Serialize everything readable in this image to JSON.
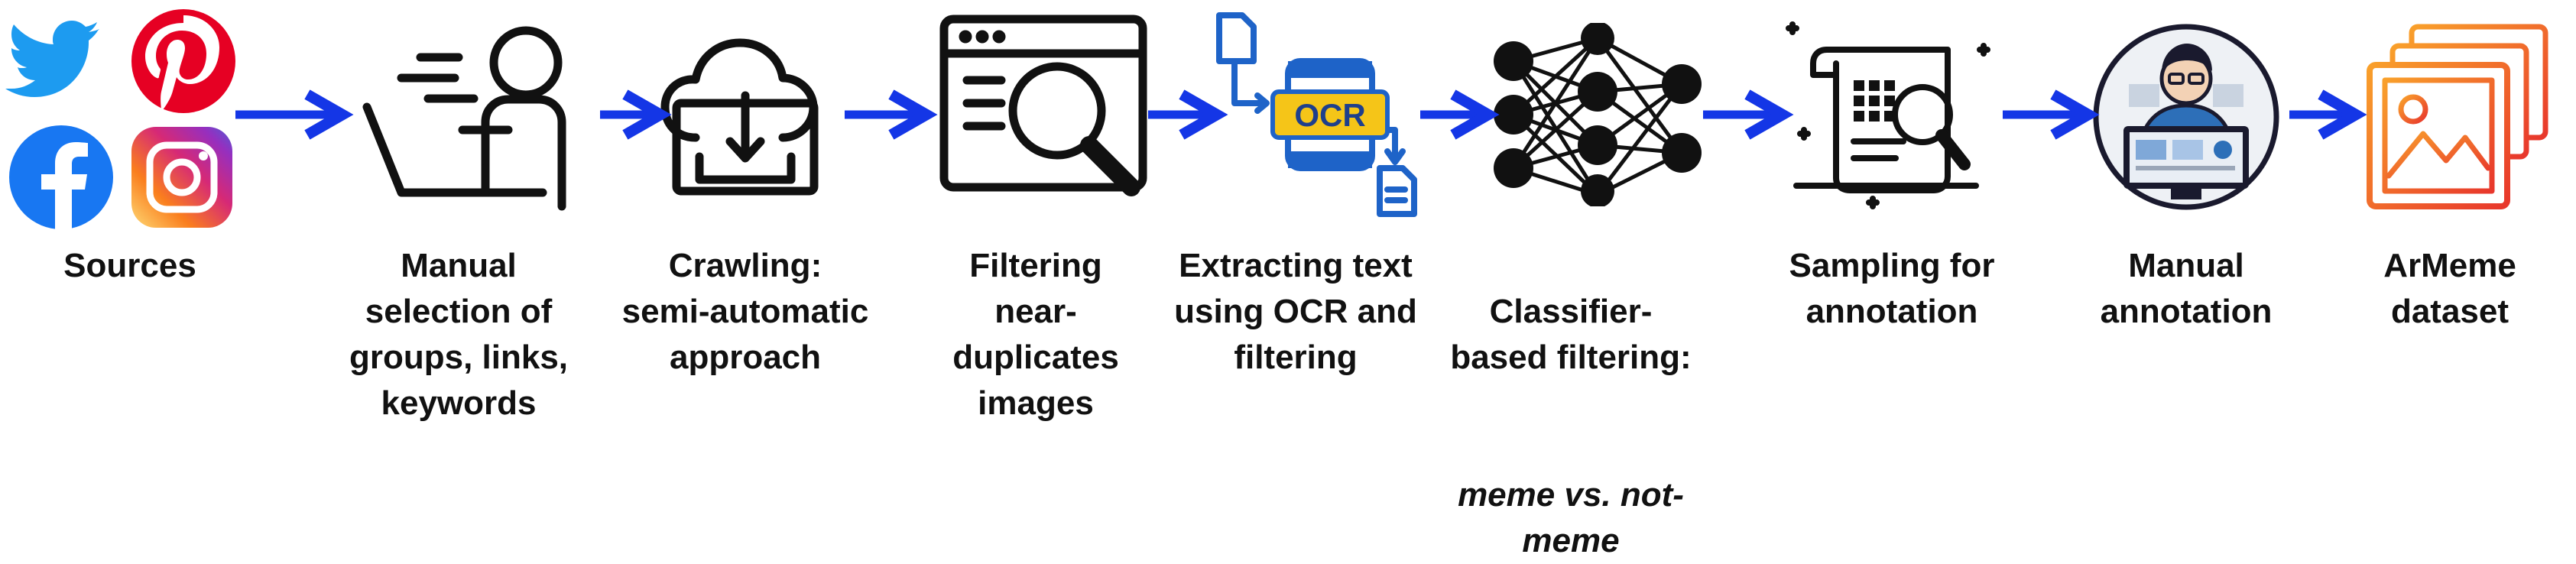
{
  "stages": [
    {
      "label": "Sources"
    },
    {
      "label": "Manual\nselection of\ngroups, links,\nkeywords"
    },
    {
      "label": "Crawling:\nsemi-automatic\napproach"
    },
    {
      "label": "Filtering\nnear-\nduplicates\nimages"
    },
    {
      "label": "Extracting text\nusing OCR and\nfiltering",
      "icon_text": "OCR"
    },
    {
      "label": "Classifier-\nbased filtering:",
      "label_italic": "meme vs. not-\nmeme"
    },
    {
      "label": "Sampling for\nannotation"
    },
    {
      "label": "Manual\nannotation"
    },
    {
      "label": "ArMeme\ndataset"
    }
  ],
  "icons": [
    "twitter-icon",
    "pinterest-icon",
    "facebook-icon",
    "instagram-icon",
    "person-laptop-icon",
    "cloud-download-icon",
    "browser-magnifier-icon",
    "ocr-document-icon",
    "neural-network-icon",
    "document-magnifier-icon",
    "annotator-icon",
    "image-stack-icon"
  ],
  "colors": {
    "arrow": "#1436e6",
    "twitter": "#1d9bf0",
    "pinterest": "#e60023",
    "facebook": "#1877f2",
    "ocr_blue": "#1e63c8",
    "ocr_yellow": "#f5c518",
    "stack_orange": "#f5812a",
    "stack_red": "#e8372c"
  }
}
